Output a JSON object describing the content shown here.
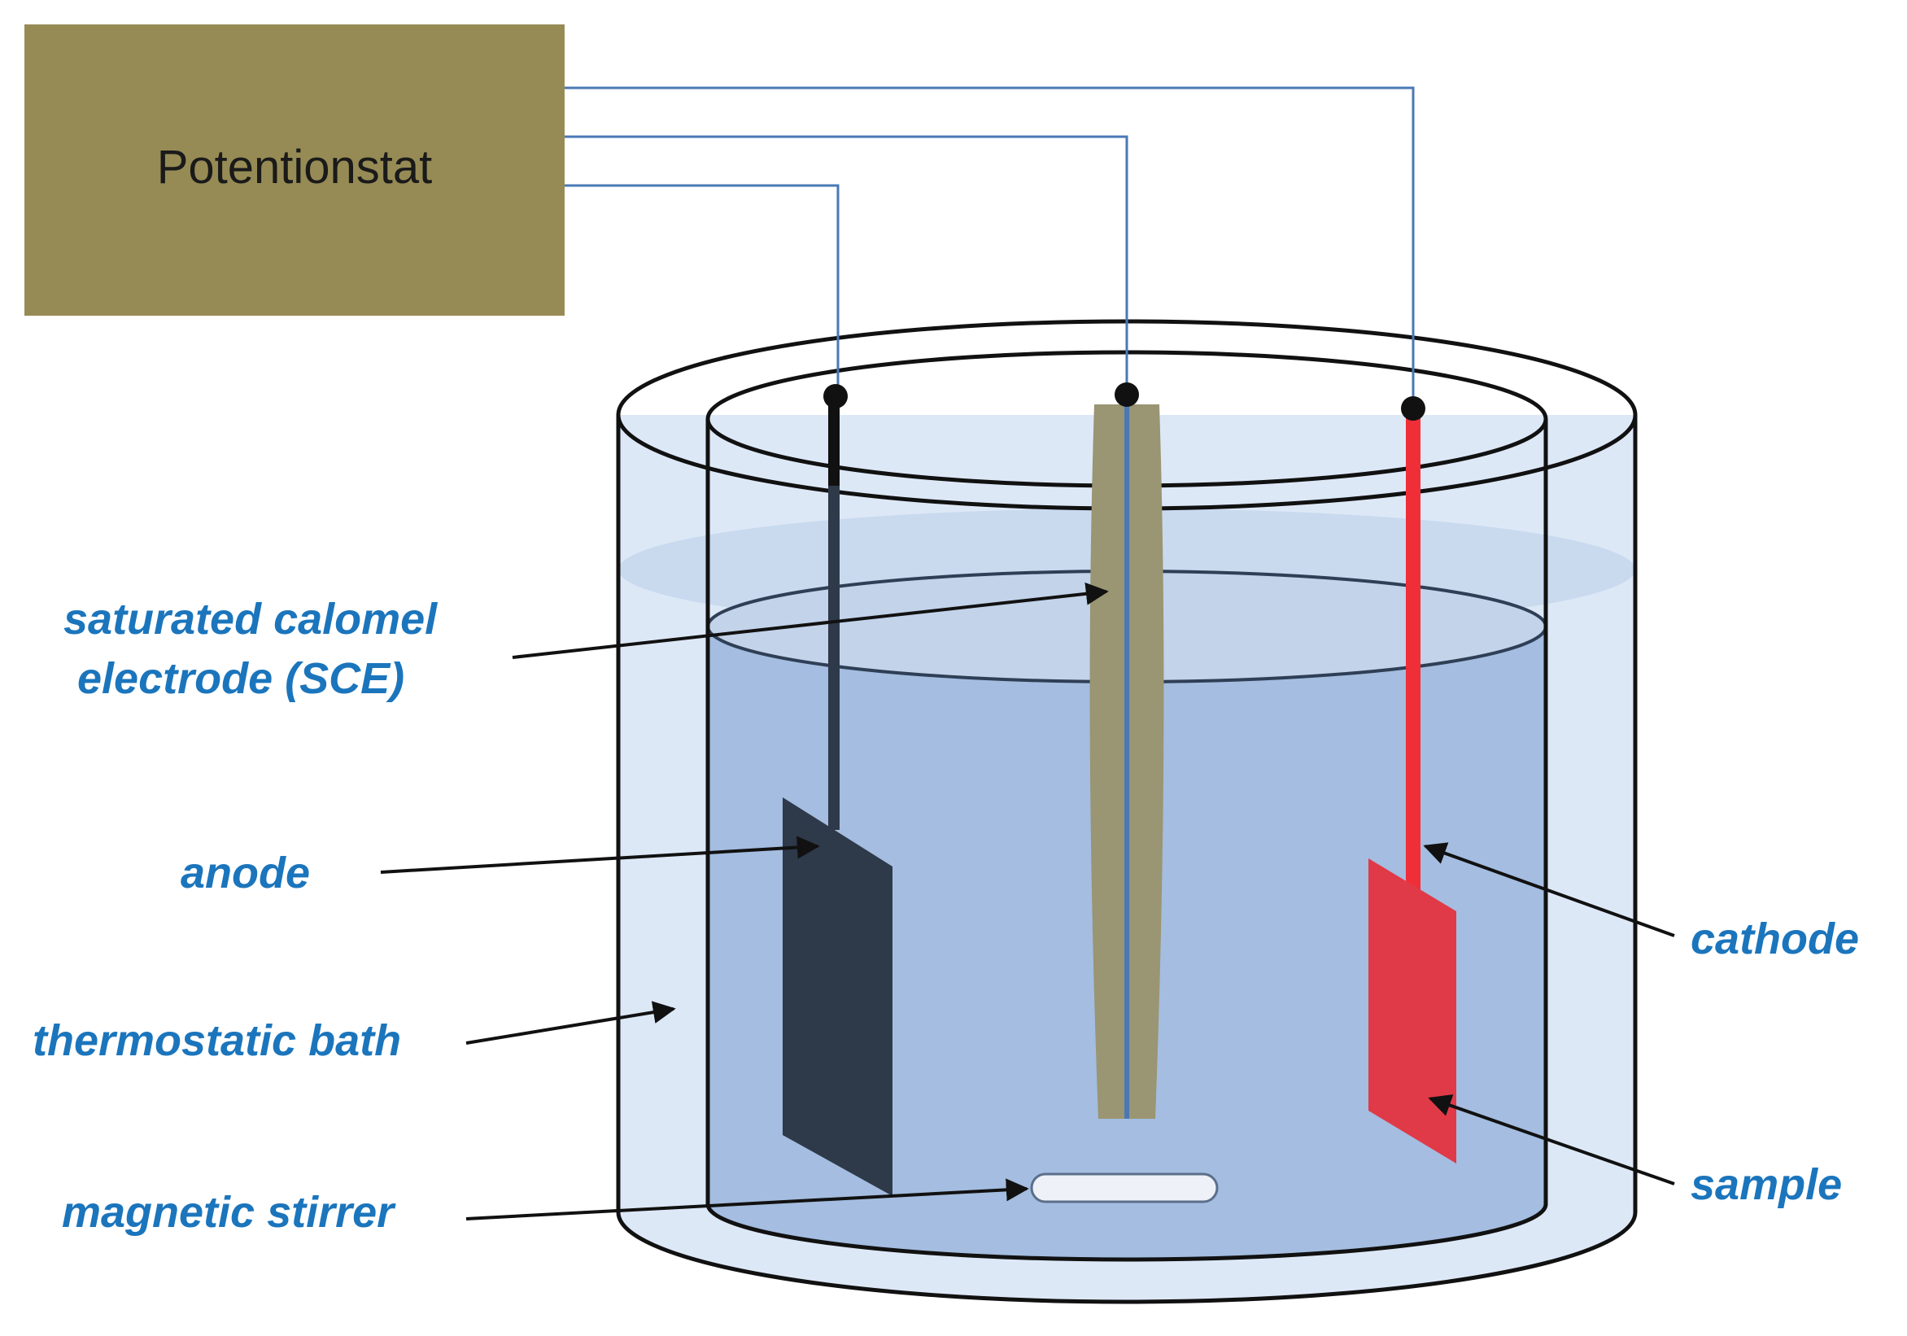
{
  "potentiostat": {
    "label": "Potentionstat",
    "color": "#978b55"
  },
  "labels": {
    "sce_line1": "saturated calomel",
    "sce_line2": "electrode (SCE)",
    "anode": "anode",
    "thermostatic_bath": "thermostatic bath",
    "magnetic_stirrer": "magnetic stirrer",
    "cathode": "cathode",
    "sample": "sample"
  },
  "colors": {
    "label_text": "#1b75bc",
    "wire": "#4a78b5",
    "bath_fill": "#dde8f7",
    "solution_fill": "#a4bde0",
    "anode": "#2e3949",
    "cathode_rod": "#f02e38",
    "sample_plate": "#e03a48",
    "sce_body": "#9a9572",
    "outline": "#111111"
  }
}
